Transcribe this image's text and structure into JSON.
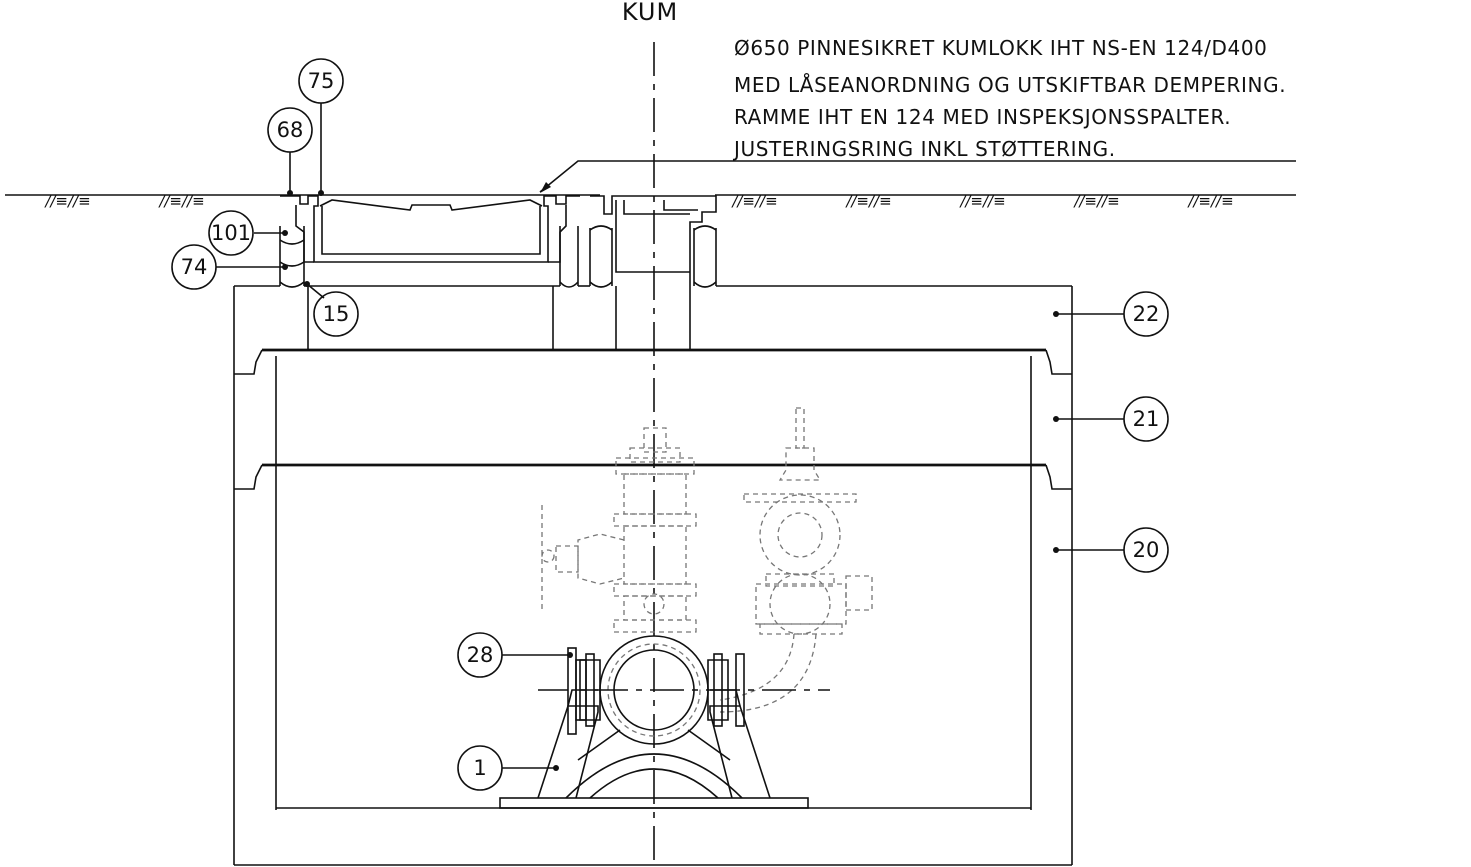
{
  "title": "KUM",
  "notes": [
    "Ø650 PINNESIKRET KUMLOKK IHT NS-EN 124/D400",
    "MED LÅSEANORDNING OG UTSKIFTBAR DEMPERING.",
    "RAMME IHT EN 124 MED INSPEKSJONSSPALTER.",
    "JUSTERINGSRING INKL STØTTERING."
  ],
  "ground_hatch_symbol": "//≡//≡",
  "balloons": {
    "b75": "75",
    "b68": "68",
    "b101": "101",
    "b74": "74",
    "b15": "15",
    "b22": "22",
    "b21": "21",
    "b20": "20",
    "b28": "28",
    "b1": "1"
  }
}
